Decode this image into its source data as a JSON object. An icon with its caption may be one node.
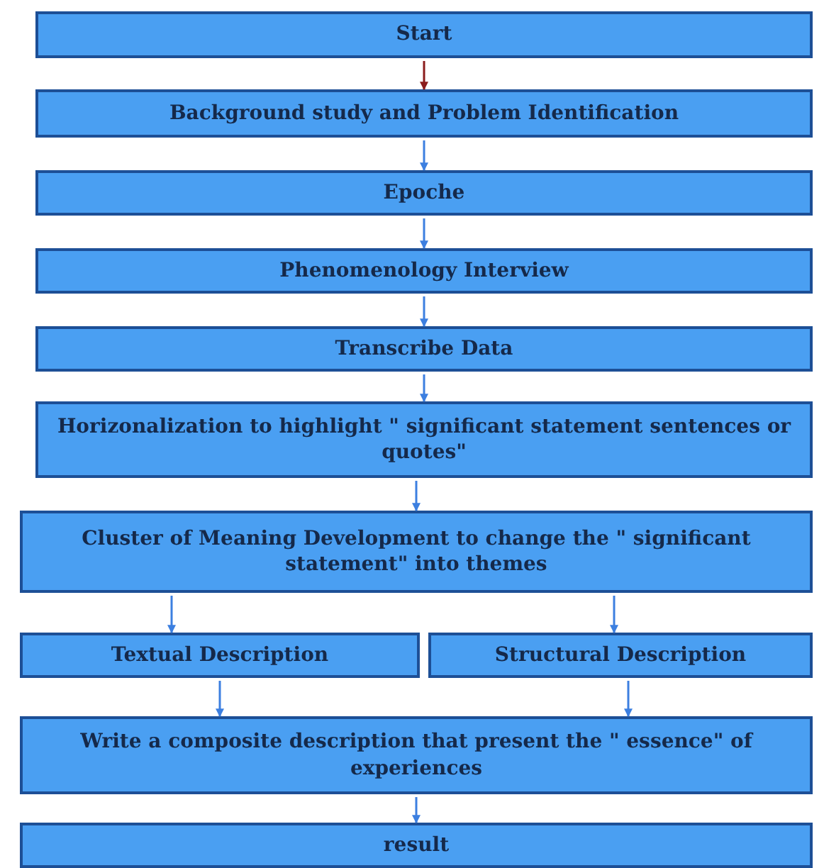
{
  "diagram": {
    "nodes": [
      {
        "text": [
          "Start"
        ]
      },
      {
        "text": [
          "Background study and Problem Identification"
        ]
      },
      {
        "text": [
          "Epoche"
        ]
      },
      {
        "text": [
          "Phenomenology Interview"
        ]
      },
      {
        "text": [
          "Transcribe Data"
        ]
      },
      {
        "text": [
          "Horizonalization to highlight \" significant statement sentences or quotes\""
        ]
      },
      {
        "text": [
          "Cluster of Meaning Development to change the \" significant statement\" into themes"
        ]
      },
      {
        "text": [
          "Textual Description"
        ]
      },
      {
        "text": [
          "Structural Description"
        ]
      },
      {
        "text": [
          "Write a composite description that present the \" essence\" of experiences"
        ]
      },
      {
        "text": [
          "result"
        ]
      }
    ],
    "edges": [
      {
        "from": 0,
        "to": 1,
        "arrow": "to",
        "color": "#8b1c1c"
      },
      {
        "from": 1,
        "to": 2,
        "arrow": "to"
      },
      {
        "from": 2,
        "to": 3,
        "arrow": "to"
      },
      {
        "from": 3,
        "to": 4,
        "arrow": "to"
      },
      {
        "from": 4,
        "to": 5,
        "arrow": "to"
      },
      {
        "from": 5,
        "to": 6,
        "arrow": "to"
      },
      {
        "from": 6,
        "to": 7,
        "arrow": "to"
      },
      {
        "from": 6,
        "to": 8,
        "arrow": "to"
      },
      {
        "from": 7,
        "to": 9,
        "arrow": "to"
      },
      {
        "from": 8,
        "to": 9,
        "arrow": "to"
      },
      {
        "from": 9,
        "to": 10,
        "arrow": "to"
      }
    ]
  }
}
